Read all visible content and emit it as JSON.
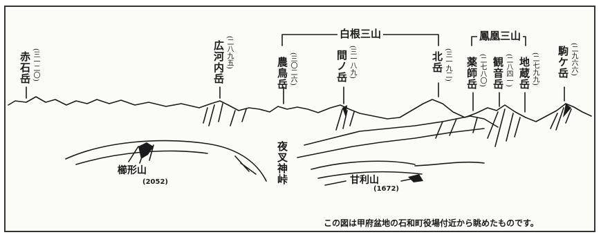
{
  "peaks": [
    {
      "key": "akaishi",
      "name": "赤石岳",
      "elevation": "(三一二〇)"
    },
    {
      "key": "hirogouchi",
      "name": "広河内岳",
      "elevation": "(二八九五)"
    },
    {
      "key": "notori",
      "name": "農鳥岳",
      "elevation": "(三〇二六)"
    },
    {
      "key": "ainodake",
      "name": "間ノ岳",
      "elevation": "(三一八九)"
    },
    {
      "key": "kitadake",
      "name": "北岳",
      "elevation": "(三一九二)"
    },
    {
      "key": "yakushi",
      "name": "薬師岳",
      "elevation": "(二七八〇)"
    },
    {
      "key": "kannon",
      "name": "観音岳",
      "elevation": "(二八四一)"
    },
    {
      "key": "jizo",
      "name": "地蔵岳",
      "elevation": "(二七九九)"
    },
    {
      "key": "komagatake",
      "name": "駒ケ岳",
      "elevation": "(二九六六)"
    }
  ],
  "groups": {
    "shirane": "白根三山",
    "houou": "鳳凰三山"
  },
  "foreground": {
    "kushigata_name": "櫛形山",
    "kushigata_elev": "(2052)",
    "yashajin_pass": "夜叉神峠",
    "amari_name": "甘利山",
    "amari_elev": "(1672)"
  },
  "caption": "この図は甲府盆地の石和町役場付近から眺めたものです。",
  "colors": {
    "ink": "#1a1a1a",
    "paper": "#fbfbf8",
    "frame": "#333333"
  }
}
